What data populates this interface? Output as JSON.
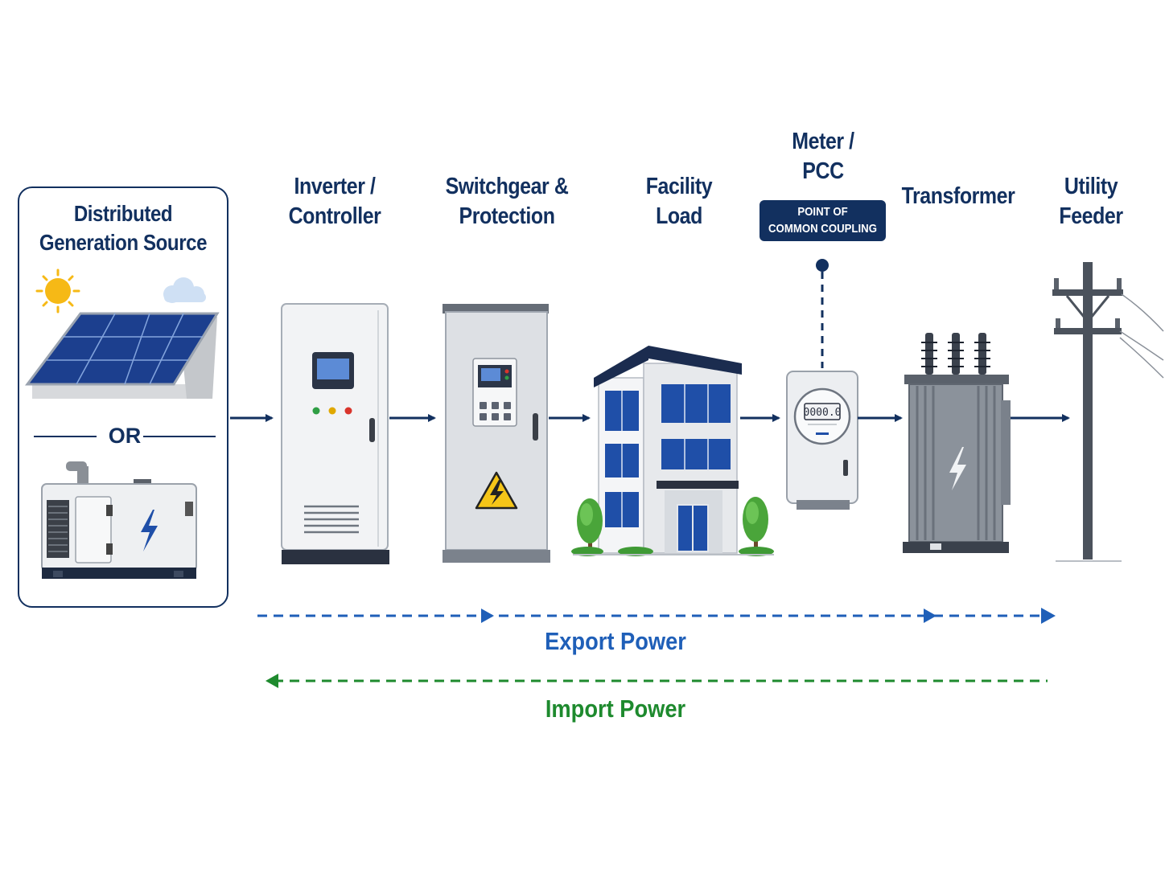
{
  "source": {
    "title_line1": "Distributed",
    "title_line2": "Generation Source",
    "or_label": "OR"
  },
  "stages": [
    {
      "line1": "Inverter /",
      "line2": "Controller"
    },
    {
      "line1": "Switchgear &",
      "line2": "Protection"
    },
    {
      "line1": "Facility",
      "line2": "Load"
    },
    {
      "line1": "Meter /",
      "line2": "PCC"
    },
    {
      "line1": "Transformer",
      "line2": ""
    },
    {
      "line1": "Utility",
      "line2": "Feeder"
    }
  ],
  "pcc_badge": {
    "line1": "POINT OF",
    "line2": "COMMON COUPLING"
  },
  "meter_display": "0000.0",
  "flows": {
    "export_label": "Export Power",
    "import_label": "Import Power"
  },
  "colors": {
    "navy": "#12305f",
    "export_blue": "#1f5fb8",
    "import_green": "#1e8a2e",
    "panel_blue": "#1f4fa8",
    "sun_yellow": "#f6b916",
    "warning_yellow": "#f5c518"
  }
}
